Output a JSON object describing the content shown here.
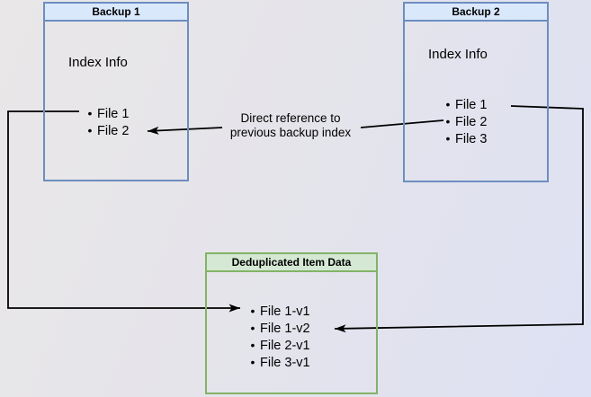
{
  "backup1": {
    "title": "Backup 1",
    "subtitle": "Index Info",
    "items": [
      "File 1",
      "File 2"
    ]
  },
  "backup2": {
    "title": "Backup 2",
    "subtitle": "Index Info",
    "items": [
      "File 1",
      "File 2",
      "File 3"
    ]
  },
  "dedup": {
    "title": "Deduplicated Item Data",
    "items": [
      "File 1-v1",
      "File 1-v2",
      "File 2-v1",
      "File 3-v1"
    ]
  },
  "annotation": {
    "line1": "Direct reference to",
    "line2": "previous backup index"
  },
  "bullet_glyph": "•",
  "colors": {
    "blue_fill": "#dae8fc",
    "blue_border": "#6c8ebf",
    "green_fill": "#d5e8d4",
    "green_border": "#82b366",
    "arrow": "#000000",
    "background_left": "#e9e7e7",
    "background_right": "#dee1f4"
  }
}
